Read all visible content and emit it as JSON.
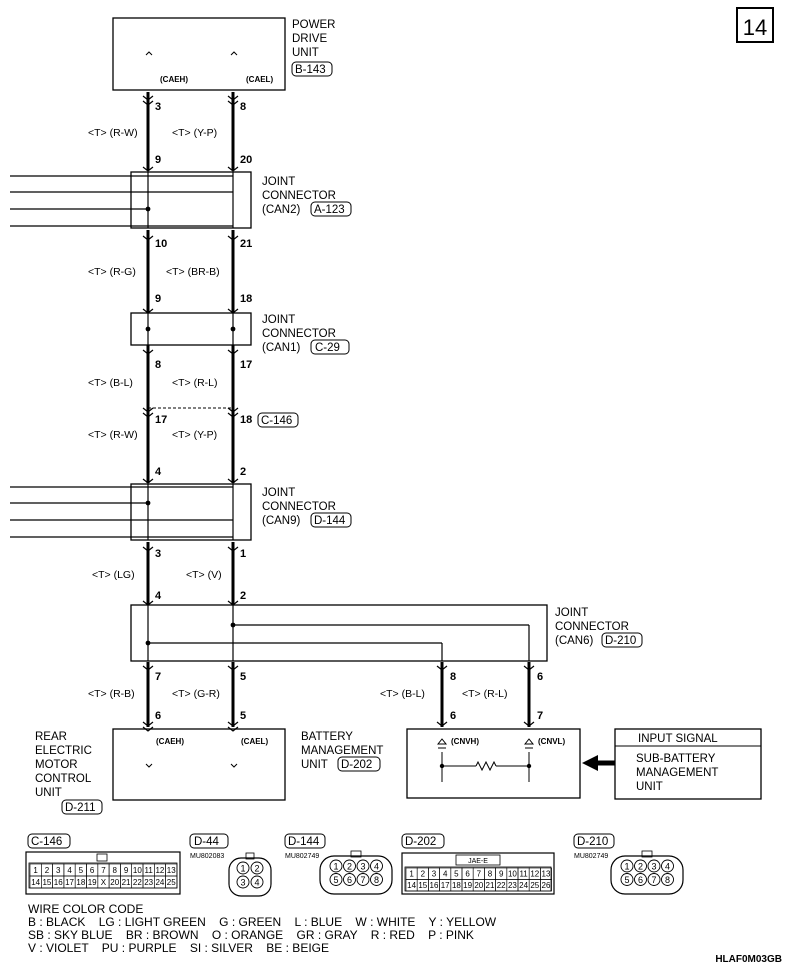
{
  "page_number": "14",
  "diagram_code": "HLAF0M03GB",
  "units": {
    "pdu": {
      "lines": [
        "POWER",
        "DRIVE",
        "UNIT"
      ],
      "ref": "B-143",
      "pin_left": "(CAEH)",
      "pin_right": "(CAEL)"
    },
    "rear_motor": {
      "lines": [
        "REAR",
        "ELECTRIC",
        "MOTOR",
        "CONTROL",
        "UNIT"
      ],
      "ref": "D-211",
      "pin_left": "(CAEH)",
      "pin_right": "(CAEL)"
    },
    "battery": {
      "lines": [
        "BATTERY",
        "MANAGEMENT",
        "UNIT"
      ],
      "ref": "D-202",
      "pin_left": "(CNVH)",
      "pin_right": "(CNVL)"
    },
    "input_signal": {
      "title": "INPUT SIGNAL",
      "lines": [
        "SUB-BATTERY",
        "MANAGEMENT",
        "UNIT"
      ]
    }
  },
  "joint_connectors": {
    "can2": {
      "lines": [
        "JOINT",
        "CONNECTOR"
      ],
      "name": "(CAN2)",
      "ref": "A-123"
    },
    "can1": {
      "lines": [
        "JOINT",
        "CONNECTOR"
      ],
      "name": "(CAN1)",
      "ref": "C-29"
    },
    "can9": {
      "lines": [
        "JOINT",
        "CONNECTOR"
      ],
      "name": "(CAN9)",
      "ref": "D-144"
    },
    "can6": {
      "lines": [
        "JOINT",
        "CONNECTOR"
      ],
      "name": "(CAN6)",
      "ref": "D-210"
    }
  },
  "inline_connector_ref": "C-146",
  "pins": {
    "l1": "3",
    "r1": "8",
    "l2": "9",
    "r2": "20",
    "l3": "10",
    "r3": "21",
    "l4": "9",
    "r4": "18",
    "l5": "8",
    "r5": "17",
    "l6": "17",
    "r6": "18",
    "l7": "4",
    "r7": "2",
    "l8": "3",
    "r8": "1",
    "l9": "4",
    "r9": "2",
    "l10": "7",
    "r10": "5",
    "l11": "6",
    "r11": "5",
    "b1": "8",
    "b2": "6",
    "b3": "6",
    "b4": "7"
  },
  "wires": {
    "w1l": "<T> (R-W)",
    "w1r": "<T> (Y-P)",
    "w2l": "<T> (R-G)",
    "w2r": "<T> (BR-B)",
    "w3l": "<T> (B-L)",
    "w3r": "<T> (R-L)",
    "w4l": "<T> (R-W)",
    "w4r": "<T> (Y-P)",
    "w5l": "<T> (LG)",
    "w5r": "<T> (V)",
    "w6l": "<T> (R-B)",
    "w6r": "<T> (G-R)",
    "w7l": "<T> (B-L)",
    "w7r": "<T> (R-L)"
  },
  "connector_views": {
    "c146": {
      "ref": "C-146",
      "row1": [
        "1",
        "2",
        "3",
        "4",
        "5",
        "6",
        "7",
        "8",
        "9",
        "10",
        "11",
        "12",
        "13"
      ],
      "row2": [
        "14",
        "15",
        "16",
        "17",
        "18",
        "19",
        "X",
        "20",
        "21",
        "22",
        "23",
        "24",
        "25"
      ]
    },
    "d44": {
      "ref": "D-44",
      "part": "MU802083",
      "pins": [
        "1",
        "2",
        "3",
        "4"
      ]
    },
    "d144": {
      "ref": "D-144",
      "part": "MU802749",
      "pins": [
        "1",
        "2",
        "3",
        "4",
        "5",
        "6",
        "7",
        "8"
      ]
    },
    "d202": {
      "ref": "D-202",
      "part": "JAE-E",
      "row1": [
        "1",
        "2",
        "3",
        "4",
        "5",
        "6",
        "7",
        "8",
        "9",
        "10",
        "11",
        "12",
        "13"
      ],
      "row2": [
        "14",
        "15",
        "16",
        "17",
        "18",
        "19",
        "20",
        "21",
        "22",
        "23",
        "24",
        "25",
        "26"
      ]
    },
    "d210": {
      "ref": "D-210",
      "part": "MU802749",
      "pins": [
        "1",
        "2",
        "3",
        "4",
        "5",
        "6",
        "7",
        "8"
      ]
    }
  },
  "wire_color_code": {
    "title": "WIRE COLOR CODE",
    "line1": "B : BLACK    LG : LIGHT GREEN    G : GREEN    L : BLUE    W : WHITE    Y : YELLOW",
    "line2": "SB : SKY BLUE    BR : BROWN    O : ORANGE    GR : GRAY    R : RED    P : PINK",
    "line3": "V : VIOLET    PU : PURPLE    SI : SILVER    BE : BEIGE"
  }
}
